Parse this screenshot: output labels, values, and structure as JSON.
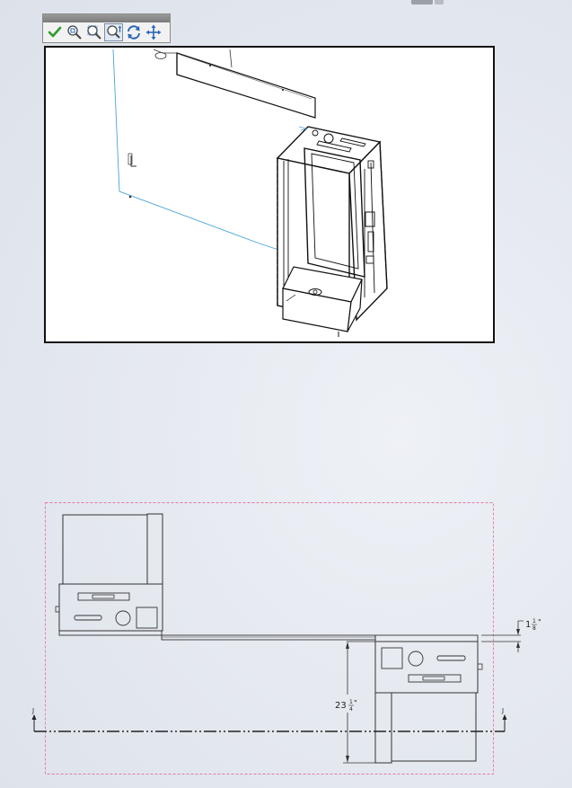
{
  "toolbar": {
    "buttons": [
      {
        "name": "ok-check-button",
        "icon": "check-icon",
        "active": false
      },
      {
        "name": "zoom-to-fit-button",
        "icon": "zoom-fit-icon",
        "active": false
      },
      {
        "name": "zoom-to-area-button",
        "icon": "zoom-area-icon",
        "active": false
      },
      {
        "name": "zoom-in-out-button",
        "icon": "zoom-in-out-icon",
        "active": true
      },
      {
        "name": "rotate-button",
        "icon": "rotate-icon",
        "active": false
      },
      {
        "name": "pan-button",
        "icon": "pan-icon",
        "active": false
      }
    ]
  },
  "drawing": {
    "dim_vertical": {
      "whole": "23",
      "num": "1",
      "den": "4",
      "unit": "\""
    },
    "dim_thickness": {
      "whole": "1",
      "num": "1",
      "den": "8",
      "unit": "\""
    },
    "section_left": "J",
    "section_right": "J"
  },
  "colors": {
    "sketch_blue": "#4aa3d8",
    "check_green": "#2f9a2a",
    "tool_blue": "#2a67b8",
    "view_boundary_pink": "#e07aa8"
  }
}
